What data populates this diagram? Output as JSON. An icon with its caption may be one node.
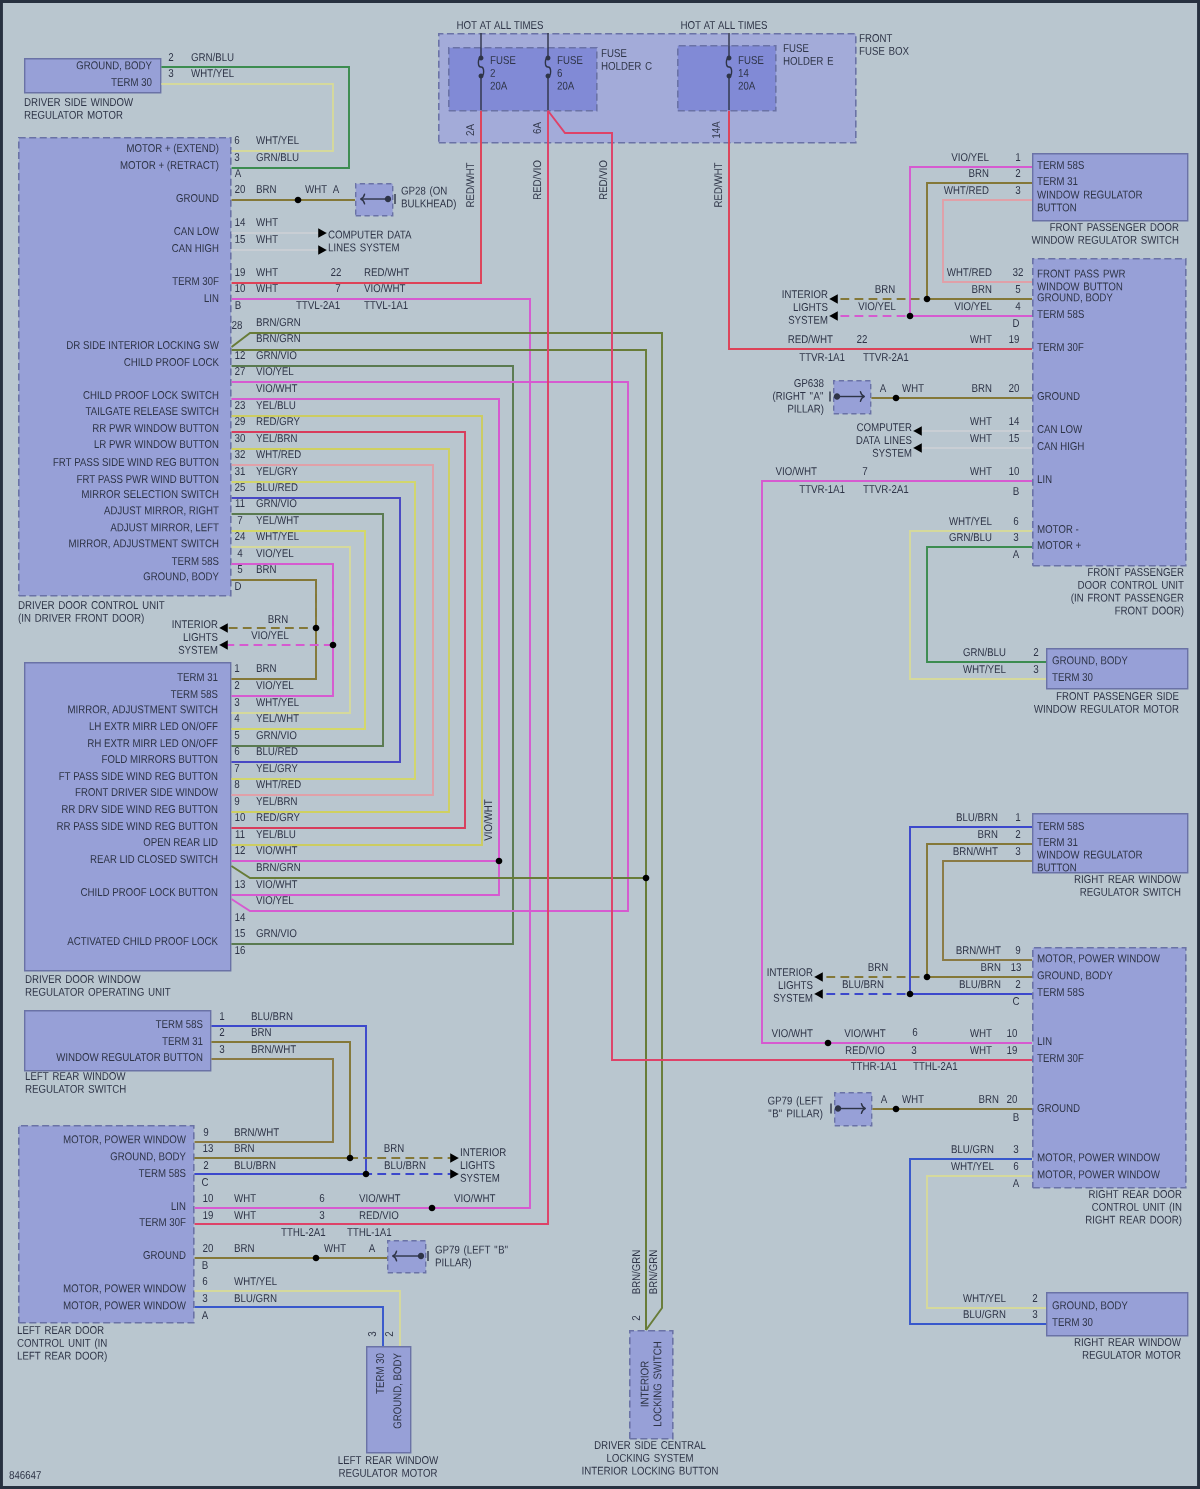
{
  "diagram": {
    "nodes": [
      {
        "text": [
          "FRONT FUSE BOX"
        ]
      },
      {
        "text": [
          "FUSE HOLDER C"
        ],
        "in": 0
      },
      {
        "text": [
          "FUSE 2 20A"
        ],
        "in": 1
      },
      {
        "text": [
          "FUSE 6 20A"
        ],
        "in": 1
      },
      {
        "text": [
          "FUSE HOLDER E"
        ],
        "in": 0
      },
      {
        "text": [
          "FUSE 14 20A"
        ],
        "in": 4
      },
      {
        "text": [
          "GROUND, BODY",
          "TERM 30"
        ],
        "beside": [
          "DRIVER SIDE WINDOW REGULATOR MOTOR"
        ]
      },
      {
        "text": [
          "MOTOR + (EXTEND)",
          "MOTOR + (RETRACT)",
          "GROUND",
          "CAN LOW",
          "CAN HIGH",
          "TERM 30F",
          "LIN",
          "DR SIDE INTERIOR LOCKING SW",
          "CHILD PROOF LOCK",
          "CHILD PROOF LOCK SWITCH",
          "TAILGATE RELEASE SWITCH",
          "RR PWR WINDOW BUTTON",
          "LR PWR WINDOW BUTTON",
          "FRT PASS SIDE WIND REG BUTTON",
          "FRT PASS PWR WIND BUTTON",
          "MIRROR SELECTION SWITCH",
          "ADJUST MIRROR, RIGHT",
          "ADJUST MIRROR, LEFT",
          "MIRROR, ADJUSTMENT SWITCH",
          "TERM 58S",
          "GROUND, BODY"
        ],
        "beside": [
          "DRIVER DOOR CONTROL UNIT (IN DRIVER FRONT DOOR)"
        ]
      },
      {
        "text": [
          "GP28 (ON BULKHEAD)"
        ]
      },
      {
        "text": [
          "COMPUTER DATA LINES SYSTEM"
        ]
      },
      {
        "text": [
          "INTERIOR LIGHTS SYSTEM"
        ]
      },
      {
        "text": [
          "TERM 31",
          "TERM 58S",
          "MIRROR, ADJUSTMENT SWITCH",
          "LH EXTR MIRR LED ON/OFF",
          "RH EXTR MIRR LED ON/OFF",
          "FOLD MIRRORS BUTTON",
          "FT PASS SIDE WIND REG BUTTON",
          "FRONT DRIVER SIDE WINDOW",
          "RR DRV SIDE WIND REG BUTTON",
          "RR PASS SIDE WIND REG BUTTON",
          "OPEN REAR LID",
          "REAR LID CLOSED SWITCH",
          "CHILD PROOF LOCK BUTTON",
          "ACTIVATED CHILD PROOF LOCK"
        ],
        "beside": [
          "DRIVER DOOR WINDOW REGULATOR OPERATING UNIT"
        ]
      },
      {
        "text": [
          "TERM 58S",
          "TERM 31",
          "WINDOW REGULATOR BUTTON"
        ],
        "beside": [
          "LEFT REAR WINDOW REGULATOR SWITCH"
        ]
      },
      {
        "text": [
          "MOTOR, POWER WINDOW",
          "GROUND, BODY",
          "TERM 58S",
          "LIN",
          "TERM 30F",
          "GROUND",
          "MOTOR, POWER WINDOW",
          "MOTOR, POWER WINDOW"
        ],
        "beside": [
          "LEFT REAR DOOR CONTROL UNIT (IN LEFT REAR DOOR)"
        ]
      },
      {
        "text": [
          "INTERIOR LIGHTS SYSTEM"
        ]
      },
      {
        "text": [
          "GP79 (LEFT \"B\" PILLAR)"
        ]
      },
      {
        "text": [
          "TERM 30",
          "GROUND, BODY"
        ],
        "beside": [
          "LEFT REAR WINDOW REGULATOR MOTOR"
        ]
      },
      {
        "text": [
          "INTERIOR LOCKING SWITCH"
        ],
        "beside": [
          "DRIVER SIDE CENTRAL LOCKING SYSTEM INTERIOR LOCKING BUTTON"
        ]
      },
      {
        "text": [
          "TERM 58S",
          "TERM 31",
          "WINDOW REGULATOR BUTTON"
        ],
        "beside": [
          "FRONT PASSENGER DOOR WINDOW REGULATOR SWITCH"
        ]
      },
      {
        "text": [
          "FRONT PASS PWR WINDOW BUTTON",
          "GROUND, BODY",
          "TERM 58S",
          "TERM 30F",
          "GROUND",
          "CAN LOW",
          "CAN HIGH",
          "LIN",
          "MOTOR -",
          "MOTOR +"
        ],
        "beside": [
          "FRONT PASSENGER DOOR CONTROL UNIT (IN FRONT PASSENGER FRONT DOOR)"
        ]
      },
      {
        "text": [
          "INTERIOR LIGHTS SYSTEM"
        ]
      },
      {
        "text": [
          "GP638 (RIGHT \"A\" PILLAR)"
        ]
      },
      {
        "text": [
          "COMPUTER DATA LINES SYSTEM"
        ]
      },
      {
        "text": [
          "GROUND, BODY",
          "TERM 30"
        ],
        "beside": [
          "FRONT PASSENGER SIDE WINDOW REGULATOR MOTOR"
        ]
      },
      {
        "text": [
          "TERM 58S",
          "TERM 31",
          "WINDOW REGULATOR BUTTON"
        ],
        "beside": [
          "RIGHT REAR WINDOW REGULATOR SWITCH"
        ]
      },
      {
        "text": [
          "MOTOR, POWER WINDOW",
          "GROUND, BODY",
          "TERM 58S",
          "LIN",
          "TERM 30F",
          "GROUND",
          "MOTOR, POWER WINDOW",
          "MOTOR, POWER WINDOW"
        ],
        "beside": [
          "RIGHT REAR DOOR CONTROL UNIT (IN RIGHT REAR DOOR)"
        ]
      },
      {
        "text": [
          "INTERIOR LIGHTS SYSTEM"
        ]
      },
      {
        "text": [
          "GP79 (LEFT \"B\" PILLAR)"
        ]
      },
      {
        "text": [
          "GROUND, BODY",
          "TERM 30"
        ],
        "beside": [
          "RIGHT REAR WINDOW REGULATOR MOTOR"
        ]
      }
    ],
    "edges": [
      {
        "from": 6,
        "to": 7,
        "arrow": "none",
        "color": "#3c8c50"
      },
      {
        "from": 6,
        "to": 7,
        "arrow": "none",
        "color": "#d5d99c"
      },
      {
        "from": 7,
        "to": 8,
        "arrow": "none",
        "color": "#847838"
      },
      {
        "from": 7,
        "to": 9,
        "arrow": "to",
        "color": "#c9ced4"
      },
      {
        "from": 7,
        "to": 9,
        "arrow": "to",
        "color": "#c9ced4"
      },
      {
        "from": 7,
        "to": 2,
        "arrow": "none",
        "color": "#de4258"
      },
      {
        "from": 7,
        "to": 13,
        "arrow": "none",
        "color": "#d65ad0"
      },
      {
        "from": 7,
        "to": 17,
        "arrow": "none",
        "color": "#687c38"
      },
      {
        "from": 7,
        "to": 17,
        "arrow": "none",
        "color": "#687c38"
      },
      {
        "from": 7,
        "to": 11,
        "arrow": "none",
        "color": "#5a7a50"
      },
      {
        "from": 7,
        "to": 11,
        "arrow": "none",
        "color": "#d65ad0"
      },
      {
        "from": 7,
        "to": 11,
        "arrow": "none",
        "color": "#d65ad0"
      },
      {
        "from": 7,
        "to": 11,
        "arrow": "none",
        "color": "#d65ad0"
      },
      {
        "from": 7,
        "to": 11,
        "arrow": "none",
        "color": "#cccc60"
      },
      {
        "from": 7,
        "to": 11,
        "arrow": "none",
        "color": "#d83c5c"
      },
      {
        "from": 7,
        "to": 11,
        "arrow": "none",
        "color": "#cfd060"
      },
      {
        "from": 7,
        "to": 11,
        "arrow": "none",
        "color": "#e0a0a8"
      },
      {
        "from": 7,
        "to": 11,
        "arrow": "none",
        "color": "#d2d66c"
      },
      {
        "from": 7,
        "to": 11,
        "arrow": "none",
        "color": "#4848c4"
      },
      {
        "from": 7,
        "to": 11,
        "arrow": "none",
        "color": "#5a7a50"
      },
      {
        "from": 7,
        "to": 11,
        "arrow": "none",
        "color": "#d4d868"
      },
      {
        "from": 7,
        "to": 11,
        "arrow": "none",
        "color": "#d5d99c"
      },
      {
        "from": 7,
        "to": 11,
        "arrow": "none",
        "color": "#d65ad0"
      },
      {
        "from": 7,
        "to": 11,
        "arrow": "none",
        "color": "#847838"
      },
      {
        "from": 7,
        "to": 10,
        "arrow": "to",
        "style": "dashed",
        "color": "#847838"
      },
      {
        "from": 7,
        "to": 10,
        "arrow": "to",
        "style": "dashed",
        "color": "#d65ad0"
      },
      {
        "from": 11,
        "to": 17,
        "arrow": "none",
        "color": "#687c38"
      },
      {
        "from": 18,
        "to": 19,
        "arrow": "none",
        "color": "#d65ad0"
      },
      {
        "from": 18,
        "to": 19,
        "arrow": "none",
        "color": "#847838"
      },
      {
        "from": 18,
        "to": 19,
        "arrow": "none",
        "color": "#e0a0a8"
      },
      {
        "from": 19,
        "to": 20,
        "arrow": "to",
        "style": "dashed",
        "color": "#847838"
      },
      {
        "from": 19,
        "to": 20,
        "arrow": "to",
        "style": "dashed",
        "color": "#d65ad0"
      },
      {
        "from": 19,
        "to": 5,
        "arrow": "none",
        "color": "#de4258"
      },
      {
        "from": 19,
        "to": 21,
        "arrow": "none",
        "color": "#847838"
      },
      {
        "from": 19,
        "to": 22,
        "arrow": "to",
        "color": "#c9ced4"
      },
      {
        "from": 19,
        "to": 22,
        "arrow": "to",
        "color": "#c9ced4"
      },
      {
        "from": 19,
        "to": 25,
        "arrow": "none",
        "color": "#d65ad0"
      },
      {
        "from": 19,
        "to": 23,
        "arrow": "none",
        "color": "#d5d99c"
      },
      {
        "from": 19,
        "to": 23,
        "arrow": "none",
        "color": "#3c8c50"
      },
      {
        "from": 24,
        "to": 25,
        "arrow": "none",
        "color": "#3c48cc"
      },
      {
        "from": 24,
        "to": 25,
        "arrow": "none",
        "color": "#847838"
      },
      {
        "from": 24,
        "to": 25,
        "arrow": "none",
        "color": "#8a7a44"
      },
      {
        "from": 25,
        "to": 26,
        "arrow": "to",
        "style": "dashed",
        "color": "#847838"
      },
      {
        "from": 25,
        "to": 26,
        "arrow": "to",
        "style": "dashed",
        "color": "#3c48cc"
      },
      {
        "from": 25,
        "to": 3,
        "arrow": "none",
        "color": "#de4268"
      },
      {
        "from": 25,
        "to": 27,
        "arrow": "none",
        "color": "#847838"
      },
      {
        "from": 25,
        "to": 28,
        "arrow": "none",
        "color": "#3858cc"
      },
      {
        "from": 25,
        "to": 28,
        "arrow": "none",
        "color": "#d5d99c"
      },
      {
        "from": 12,
        "to": 13,
        "arrow": "none",
        "color": "#3c48cc"
      },
      {
        "from": 12,
        "to": 13,
        "arrow": "none",
        "color": "#847838"
      },
      {
        "from": 12,
        "to": 13,
        "arrow": "none",
        "color": "#8a7a44"
      },
      {
        "from": 13,
        "to": 14,
        "arrow": "to",
        "style": "dashed",
        "color": "#847838"
      },
      {
        "from": 13,
        "to": 14,
        "arrow": "to",
        "style": "dashed",
        "color": "#3c48cc"
      },
      {
        "from": 13,
        "to": 3,
        "arrow": "none",
        "color": "#de4268"
      },
      {
        "from": 13,
        "to": 15,
        "arrow": "none",
        "color": "#847838"
      },
      {
        "from": 13,
        "to": 16,
        "arrow": "none",
        "color": "#d5d99c"
      },
      {
        "from": 13,
        "to": 16,
        "arrow": "none",
        "color": "#3858cc"
      }
    ],
    "labels": [
      "HOT AT ALL TIMES",
      "HOT AT ALL TIMES",
      "2A",
      "6A",
      "14A",
      "RED/WHT",
      "RED/VIO",
      "RED/VIO",
      "RED/WHT",
      "2",
      "GRN/BLU",
      "3",
      "WHT/YEL",
      "6",
      "WHT/YEL",
      "3",
      "GRN/BLU",
      "A",
      "20",
      "BRN",
      "WHT",
      "A",
      "14",
      "WHT",
      "15",
      "WHT",
      "19",
      "WHT",
      "22",
      "RED/WHT",
      "10",
      "WHT",
      "7",
      "VIO/WHT",
      "B",
      "TTVL-2A1",
      "TTVL-1A1",
      "28",
      "BRN/GRN",
      "BRN/GRN",
      "12",
      "GRN/VIO",
      "27",
      "VIO/YEL",
      "VIO/WHT",
      "23",
      "YEL/BLU",
      "29",
      "RED/GRY",
      "30",
      "YEL/BRN",
      "32",
      "WHT/RED",
      "31",
      "YEL/GRY",
      "25",
      "BLU/RED",
      "11",
      "GRN/VIO",
      "7",
      "YEL/WHT",
      "24",
      "WHT/YEL",
      "4",
      "VIO/YEL",
      "5",
      "BRN",
      "D",
      "BRN",
      "VIO/YEL",
      "1",
      "BRN",
      "2",
      "VIO/YEL",
      "3",
      "WHT/YEL",
      "4",
      "YEL/WHT",
      "5",
      "GRN/VIO",
      "6",
      "BLU/RED",
      "7",
      "YEL/GRY",
      "8",
      "WHT/RED",
      "9",
      "YEL/BRN",
      "10",
      "RED/GRY",
      "11",
      "YEL/BLU",
      "12",
      "VIO/WHT",
      "BRN/GRN",
      "13",
      "VIO/WHT",
      "VIO/YEL",
      "14",
      "15",
      "GRN/VIO",
      "16",
      "VIO/WHT",
      "1",
      "BLU/BRN",
      "2",
      "BRN",
      "3",
      "BRN/WHT",
      "9",
      "BRN/WHT",
      "13",
      "BRN",
      "2",
      "BLU/BRN",
      "C",
      "BRN",
      "BLU/BRN",
      "10",
      "WHT",
      "6",
      "VIO/WHT",
      "VIO/WHT",
      "19",
      "WHT",
      "3",
      "RED/VIO",
      "TTHL-2A1",
      "TTHL-1A1",
      "20",
      "BRN",
      "WHT",
      "A",
      "B",
      "6",
      "WHT/YEL",
      "3",
      "BLU/GRN",
      "A",
      "3",
      "2",
      "BRN/GRN",
      "BRN/GRN",
      "2",
      "846647",
      "VIO/YEL",
      "1",
      "BRN",
      "2",
      "WHT/RED",
      "3",
      "WHT/RED",
      "32",
      "BRN",
      "BRN",
      "5",
      "VIO/YEL",
      "VIO/YEL",
      "4",
      "D",
      "RED/WHT",
      "22",
      "WHT",
      "19",
      "TTVR-1A1",
      "TTVR-2A1",
      "A",
      "WHT",
      "BRN",
      "20",
      "WHT",
      "14",
      "WHT",
      "15",
      "VIO/WHT",
      "7",
      "WHT",
      "10",
      "TTVR-1A1",
      "TTVR-2A1",
      "B",
      "WHT/YEL",
      "6",
      "GRN/BLU",
      "3",
      "A",
      "GRN/BLU",
      "2",
      "WHT/YEL",
      "3",
      "BLU/BRN",
      "1",
      "BRN",
      "2",
      "BRN/WHT",
      "3",
      "BRN/WHT",
      "9",
      "BRN",
      "BRN",
      "13",
      "BLU/BRN",
      "BLU/BRN",
      "2",
      "C",
      "VIO/WHT",
      "VIO/WHT",
      "6",
      "WHT",
      "10",
      "RED/VIO",
      "3",
      "WHT",
      "19",
      "TTHR-1A1",
      "TTHL-2A1",
      "A",
      "WHT",
      "BRN",
      "20",
      "B",
      "BLU/GRN",
      "3",
      "WHT/YEL",
      "6",
      "A",
      "WHT/YEL",
      "2",
      "BLU/GRN",
      "3"
    ]
  }
}
